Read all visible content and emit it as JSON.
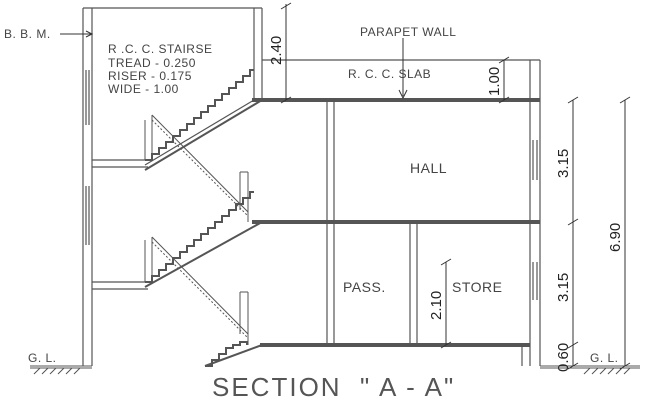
{
  "labels": {
    "bbm": "B. B. M.",
    "stair_title": "R .C. C. STAIRSE",
    "stair_tread": "TREAD - 0.250",
    "stair_riser": "RISER - 0.175",
    "stair_wide": "WIDE  - 1.00",
    "parapet": "PARAPET WALL",
    "slab": "R. C. C. SLAB",
    "hall": "HALL",
    "pass": "PASS.",
    "store": "STORE",
    "gl_left": "G. L.",
    "gl_right": "G. L."
  },
  "dimensions": {
    "parapet_height": "2.40",
    "slab_height": "1.00",
    "floor1": "3.15",
    "floor2": "3.15",
    "total": "6.90",
    "plinth": "0.60",
    "door": "2.10"
  },
  "title": "SECTION  \" A - A\""
}
